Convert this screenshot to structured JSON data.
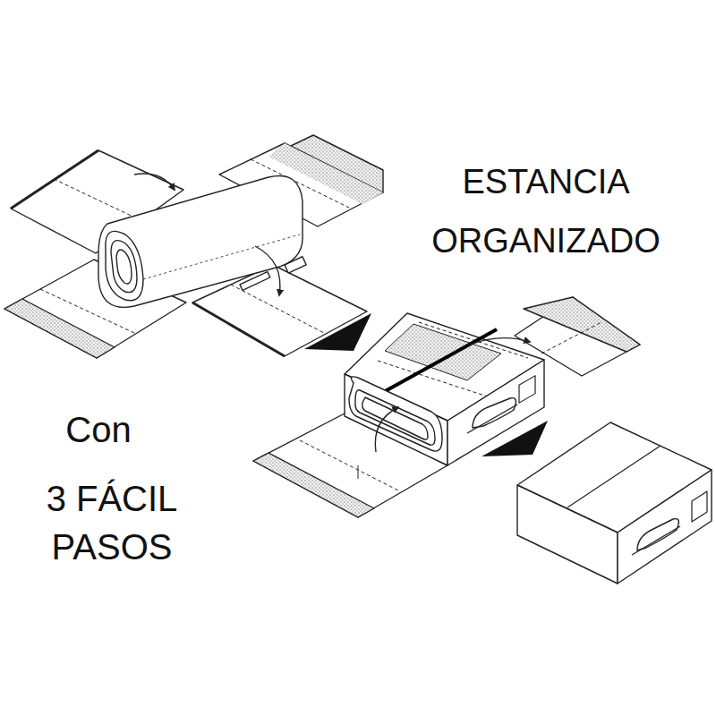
{
  "diagram": {
    "labels": [
      "ESTANCIA ORGANIZADO",
      "Con",
      "3 FÁCIL PASOS"
    ]
  }
}
